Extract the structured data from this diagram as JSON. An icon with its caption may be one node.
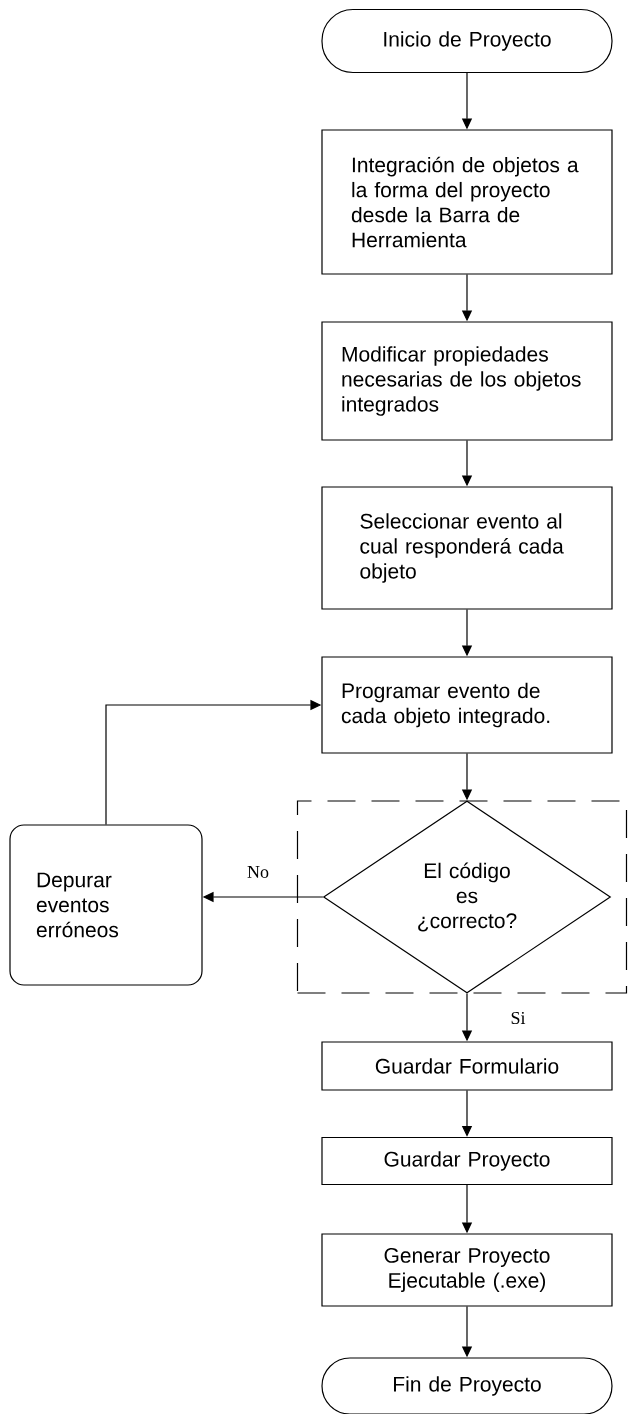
{
  "diagram": {
    "nodes": [
      {
        "text": [
          "Inicio de Proyecto"
        ]
      },
      {
        "text": [
          "Integración de objetos a la forma del proyecto desde la Barra de Herramienta"
        ]
      },
      {
        "text": [
          "Modificar propiedades necesarias de los objetos integrados"
        ]
      },
      {
        "text": [
          "Seleccionar evento al cual responderá cada objeto"
        ]
      },
      {
        "text": [
          "Programar evento de cada objeto integrado."
        ]
      },
      {
        "text": [],
        "shape": "box"
      },
      {
        "text": [
          "El código es ¿correcto?"
        ],
        "in": 5
      },
      {
        "text": [
          "Depurar eventos erróneos"
        ]
      },
      {
        "text": [
          "Guardar Formulario"
        ]
      },
      {
        "text": [
          "Guardar Proyecto"
        ]
      },
      {
        "text": [
          "Generar Proyecto Ejecutable (.exe)"
        ]
      },
      {
        "text": [
          "Fin de Proyecto"
        ]
      }
    ],
    "edges": [
      {
        "from": 0,
        "to": 1,
        "arrow": "to"
      },
      {
        "from": 1,
        "to": 2,
        "arrow": "to"
      },
      {
        "from": 2,
        "to": 3,
        "arrow": "to"
      },
      {
        "from": 3,
        "to": 4,
        "arrow": "to"
      },
      {
        "from": 4,
        "to": 6,
        "arrow": "to"
      },
      {
        "from": 6,
        "to": 7,
        "arrow": "to",
        "label": "No"
      },
      {
        "from": 7,
        "to": 4,
        "arrow": "to"
      },
      {
        "from": 6,
        "to": 8,
        "arrow": "to",
        "label": "Si"
      },
      {
        "from": 8,
        "to": 9,
        "arrow": "to"
      },
      {
        "from": 9,
        "to": 10,
        "arrow": "to"
      },
      {
        "from": 10,
        "to": 11,
        "arrow": "to"
      }
    ]
  }
}
